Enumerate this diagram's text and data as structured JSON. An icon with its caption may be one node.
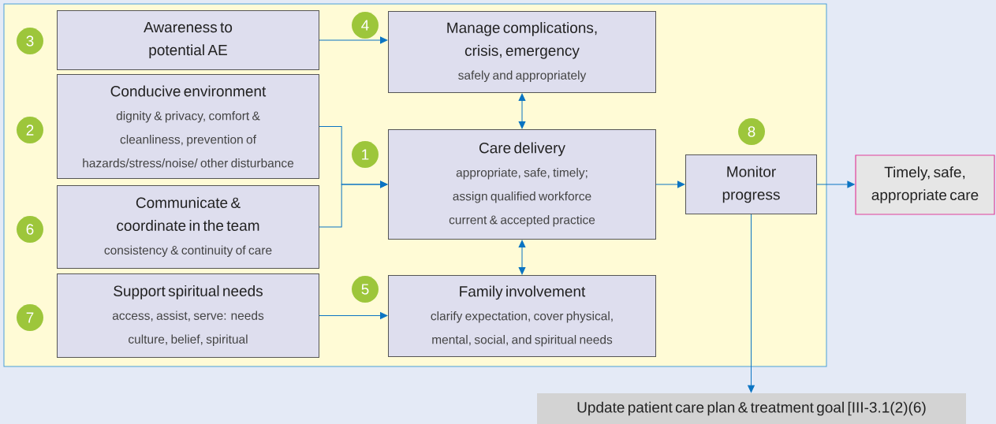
{
  "diagram": {
    "nodes": [
      {
        "text": [],
        "shape": "box"
      },
      {
        "text": [
          "Awareness to potential AE"
        ],
        "beside": [
          "3"
        ],
        "in": 0
      },
      {
        "text": [
          "Manage complications, crisis, emergency",
          "safely and appropriately"
        ],
        "beside": [
          "4"
        ],
        "in": 0
      },
      {
        "text": [
          "Conducive environment",
          "dignity & privacy, comfort & cleanliness, prevention of hazards/stress/noise/ other disturbance"
        ],
        "beside": [
          "2"
        ],
        "in": 0
      },
      {
        "text": [
          "Care delivery",
          "appropriate, safe, timely;",
          "assign qualified workforce",
          "current & accepted practice"
        ],
        "beside": [
          "1"
        ],
        "in": 0
      },
      {
        "text": [
          "Communicate & coordinate in the team",
          "consistency & continuity of care"
        ],
        "beside": [
          "6"
        ],
        "in": 0
      },
      {
        "text": [
          "Support spiritual needs",
          "access, assist, serve: needs culture, belief, spiritual"
        ],
        "beside": [
          "7"
        ],
        "in": 0
      },
      {
        "text": [
          "Family involvement",
          "clarify expectation, cover physical, mental, social, and spiritual needs"
        ],
        "beside": [
          "5"
        ],
        "in": 0
      },
      {
        "text": [
          "Monitor progress"
        ],
        "beside": [
          "8"
        ],
        "in": 0
      },
      {
        "text": [
          "Timely, safe, appropriate care"
        ]
      },
      {
        "text": [
          "Update patient care plan & treatment goal [III-3.1(2)(6)"
        ]
      }
    ],
    "edges": [
      {
        "from": 1,
        "to": 2,
        "arrow": "to"
      },
      {
        "from": 3,
        "to": 4,
        "arrow": "to"
      },
      {
        "from": 5,
        "to": 4,
        "arrow": "to"
      },
      {
        "from": 2,
        "to": 4,
        "arrow": "both"
      },
      {
        "from": 4,
        "to": 7,
        "arrow": "both"
      },
      {
        "from": 6,
        "to": 7,
        "arrow": "to"
      },
      {
        "from": 4,
        "to": 8,
        "arrow": "to"
      },
      {
        "from": 8,
        "to": 9,
        "arrow": "to"
      },
      {
        "from": 8,
        "to": 10,
        "arrow": "to"
      }
    ]
  }
}
